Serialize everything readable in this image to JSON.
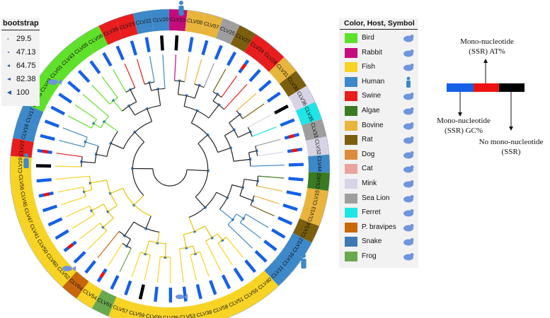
{
  "bootstrap": {
    "title": "bootstrap",
    "values": [
      "29.5",
      "47.13",
      "64.75",
      "82.38",
      "100"
    ]
  },
  "legend": {
    "title": "Color, Host, Symbol",
    "items": [
      {
        "label": "Bird",
        "color": "#5fe02a",
        "icon": "bird-icon"
      },
      {
        "label": "Rabbit",
        "color": "#c40c7c",
        "icon": "rabbit-icon"
      },
      {
        "label": "Fish",
        "color": "#f7d324",
        "icon": "fish-icon"
      },
      {
        "label": "Human",
        "color": "#3d88c8",
        "icon": "human-icon"
      },
      {
        "label": "Swine",
        "color": "#e81d1d",
        "icon": "pig-icon"
      },
      {
        "label": "Algae",
        "color": "#3a7a22",
        "icon": "algae-icon"
      },
      {
        "label": "Bovine",
        "color": "#e8b43c",
        "icon": "cow-icon"
      },
      {
        "label": "Rat",
        "color": "#7b5e0e",
        "icon": "rat-icon"
      },
      {
        "label": "Dog",
        "color": "#db8c3c",
        "icon": "dog-icon"
      },
      {
        "label": "Cat",
        "color": "#eba3a0",
        "icon": "cat-icon"
      },
      {
        "label": "Mink",
        "color": "#d8d4e6",
        "icon": "mink-icon"
      },
      {
        "label": "Sea Lion",
        "color": "#9e9e9e",
        "icon": "sea-lion-icon"
      },
      {
        "label": "Ferret",
        "color": "#1ee6e6",
        "icon": "ferret-icon"
      },
      {
        "label": "P. bravipes",
        "color": "#c8660a",
        "icon": "shrew-icon"
      },
      {
        "label": "Snake",
        "color": "#3f78b4",
        "icon": "snake-icon"
      },
      {
        "label": "Frog",
        "color": "#6aa84f",
        "icon": "frog-icon"
      }
    ]
  },
  "ssr_legend": {
    "colors": {
      "gc": "#1560e8",
      "at": "#ee1111",
      "none": "#000000"
    },
    "at_label": "Mono-nucleotide\n(SSR) AT%",
    "gc_label": "Mono-nucleotide\n(SSR) GC%",
    "none_label": "No mono-nucleotide\n(SSR)"
  },
  "tree": {
    "tips": [
      {
        "label": "CLV21",
        "host": "Rabbit",
        "ssr": "none"
      },
      {
        "label": "CLV08",
        "host": "Bovine",
        "ssr": "gc"
      },
      {
        "label": "CLV07",
        "host": "Bovine",
        "ssr": "gc"
      },
      {
        "label": "CLV25",
        "host": "Sea Lion",
        "ssr": "gc"
      },
      {
        "label": "CLV27",
        "host": "Rat",
        "ssr": "gc"
      },
      {
        "label": "CLV24",
        "host": "Swine",
        "ssr": "at"
      },
      {
        "label": "CLV28",
        "host": "Swine",
        "ssr": "gc"
      },
      {
        "label": "CLV31",
        "host": "Bovine",
        "ssr": "gc"
      },
      {
        "label": "CLV30",
        "host": "Rat",
        "ssr": "gc"
      },
      {
        "label": "CLV36",
        "host": "Mink",
        "ssr": "none"
      },
      {
        "label": "CLV35",
        "host": "Ferret",
        "ssr": "gc"
      },
      {
        "label": "CLV33",
        "host": "Sea Lion",
        "ssr": "at"
      },
      {
        "label": "CLV32",
        "host": "Mink",
        "ssr": "at"
      },
      {
        "label": "CLV44",
        "host": "Human",
        "ssr": "gc"
      },
      {
        "label": "CLV62",
        "host": "Algae",
        "ssr": "gc"
      },
      {
        "label": "CLV15",
        "host": "Bovine",
        "ssr": "gc"
      },
      {
        "label": "CLV13",
        "host": "Bovine",
        "ssr": "gc"
      },
      {
        "label": "CLV14",
        "host": "Rat",
        "ssr": "gc"
      },
      {
        "label": "CLV12",
        "host": "Human",
        "ssr": "gc"
      },
      {
        "label": "CLV16",
        "host": "Human",
        "ssr": "gc"
      },
      {
        "label": "CLV11",
        "host": "Human",
        "ssr": "gc"
      },
      {
        "label": "CLV40",
        "host": "Fish",
        "ssr": "gc"
      },
      {
        "label": "CLV55",
        "host": "Fish",
        "ssr": "gc"
      },
      {
        "label": "CLV51",
        "host": "Fish",
        "ssr": "gc"
      },
      {
        "label": "CLV58",
        "host": "Fish",
        "ssr": "gc"
      },
      {
        "label": "CLV38",
        "host": "Fish",
        "ssr": "gc"
      },
      {
        "label": "CLV53",
        "host": "Fish",
        "ssr": "gc"
      },
      {
        "label": "CLV39",
        "host": "Fish",
        "ssr": "gc"
      },
      {
        "label": "CLV09",
        "host": "Fish",
        "ssr": "gc"
      },
      {
        "label": "CLV59",
        "host": "Fish",
        "ssr": "none"
      },
      {
        "label": "CLV57",
        "host": "Fish",
        "ssr": "gc"
      },
      {
        "label": "CLV61",
        "host": "Frog",
        "ssr": "gc"
      },
      {
        "label": "CLV54",
        "host": "Fish",
        "ssr": "at"
      },
      {
        "label": "CLV64",
        "host": "P. bravipes",
        "ssr": "gc"
      },
      {
        "label": "CLV52",
        "host": "Fish",
        "ssr": "gc"
      },
      {
        "label": "CLV60",
        "host": "Fish",
        "ssr": "at"
      },
      {
        "label": "CLV50",
        "host": "Fish",
        "ssr": "gc"
      },
      {
        "label": "CLV41",
        "host": "Fish",
        "ssr": "gc"
      },
      {
        "label": "CLV47",
        "host": "Fish",
        "ssr": "gc"
      },
      {
        "label": "CLV45",
        "host": "Fish",
        "ssr": "at"
      },
      {
        "label": "CLV56",
        "host": "Fish",
        "ssr": "gc"
      },
      {
        "label": "CLV19",
        "host": "Fish",
        "ssr": "none"
      },
      {
        "label": "CLV27",
        "host": "Swine",
        "ssr": "at"
      },
      {
        "label": "CLV18",
        "host": "Human",
        "ssr": "gc"
      },
      {
        "label": "CLV17",
        "host": "Human",
        "ssr": "gc"
      },
      {
        "label": "CLV46",
        "host": "Bird",
        "ssr": "gc"
      },
      {
        "label": "CLV48",
        "host": "Bird",
        "ssr": "gc"
      },
      {
        "label": "CLV01",
        "host": "Bird",
        "ssr": "gc"
      },
      {
        "label": "CLV43",
        "host": "Bird",
        "ssr": "gc"
      },
      {
        "label": "CLV05",
        "host": "Bird",
        "ssr": "gc"
      },
      {
        "label": "CLV06",
        "host": "Bird",
        "ssr": "gc"
      },
      {
        "label": "CLV26",
        "host": "Swine",
        "ssr": "gc"
      },
      {
        "label": "CLV23",
        "host": "Swine",
        "ssr": "gc"
      },
      {
        "label": "CLV22",
        "host": "Human",
        "ssr": "gc"
      },
      {
        "label": "CLV20",
        "host": "Human",
        "ssr": "none"
      }
    ]
  }
}
